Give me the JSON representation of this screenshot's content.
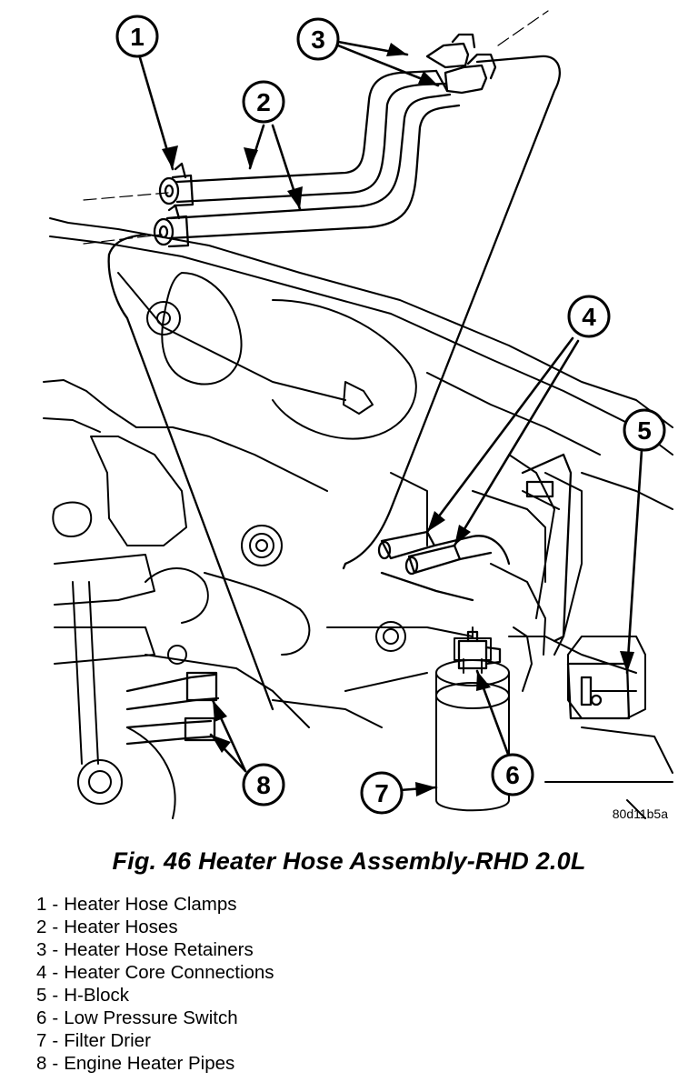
{
  "figure": {
    "code": "80d11b5a",
    "caption": "Fig. 46 Heater Hose Assembly-RHD 2.0L",
    "callouts": [
      "1",
      "2",
      "3",
      "4",
      "5",
      "6",
      "7",
      "8"
    ]
  },
  "legend": [
    {
      "num": "1",
      "label": "Heater Hose Clamps"
    },
    {
      "num": "2",
      "label": "Heater Hoses"
    },
    {
      "num": "3",
      "label": "Heater Hose Retainers"
    },
    {
      "num": "4",
      "label": "Heater Core Connections"
    },
    {
      "num": "5",
      "label": "H-Block"
    },
    {
      "num": "6",
      "label": "Low Pressure Switch"
    },
    {
      "num": "7",
      "label": "Filter Drier"
    },
    {
      "num": "8",
      "label": "Engine Heater Pipes"
    }
  ]
}
